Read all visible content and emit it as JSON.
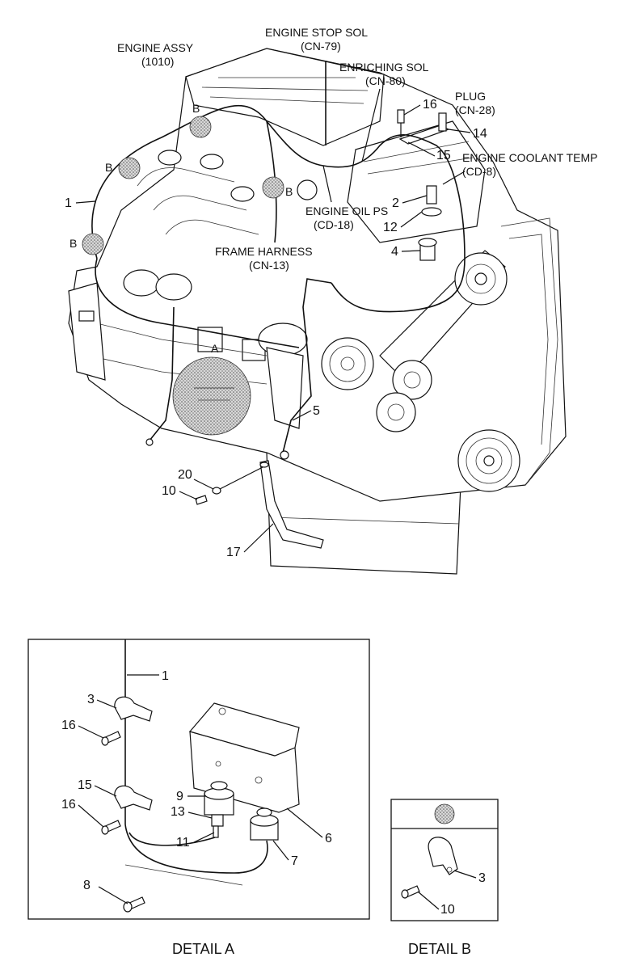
{
  "labels": {
    "engine_assy": "ENGINE ASSY",
    "engine_assy_code": "(1010)",
    "engine_stop_sol": "ENGINE STOP SOL",
    "engine_stop_sol_code": "(CN-79)",
    "enriching_sol": "ENRICHING SOL",
    "enriching_sol_code": "(CN-80)",
    "plug": "PLUG",
    "plug_code": "(CN-28)",
    "engine_coolant_temp": "ENGINE COOLANT TEMP",
    "engine_coolant_temp_code": "(CD-8)",
    "engine_oil_ps": "ENGINE OIL PS",
    "engine_oil_ps_code": "(CD-18)",
    "frame_harness": "FRAME HARNESS",
    "frame_harness_code": "(CN-13)"
  },
  "detail_markers": {
    "a": "A",
    "b": "B"
  },
  "callouts": {
    "p1": "1",
    "p2": "2",
    "p4": "4",
    "p5": "5",
    "p10": "10",
    "p12": "12",
    "p14": "14",
    "p15": "15",
    "p16": "16",
    "p17": "17",
    "p20": "20"
  },
  "detail_a": {
    "title": "DETAIL A",
    "callouts": {
      "p1": "1",
      "p3": "3",
      "p6": "6",
      "p7": "7",
      "p8": "8",
      "p9": "9",
      "p11": "11",
      "p13": "13",
      "p15": "15",
      "p16_top": "16",
      "p16_bottom": "16"
    }
  },
  "detail_b": {
    "title": "DETAIL B",
    "callouts": {
      "p3": "3",
      "p10": "10"
    }
  }
}
